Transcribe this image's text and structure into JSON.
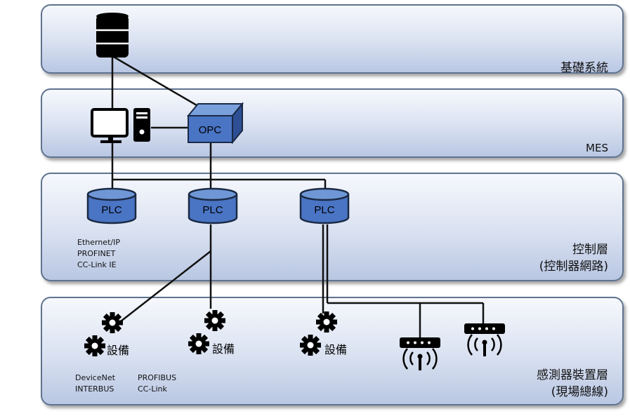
{
  "layers": {
    "base": {
      "label": "基礎系統"
    },
    "mes": {
      "label": "MES"
    },
    "control": {
      "label_line1": "控制層",
      "label_line2": "(控制器網路)"
    },
    "field": {
      "label_line1": "感測器裝置層",
      "label_line2": "(現場總線)"
    }
  },
  "nodes": {
    "opc_label": "OPC",
    "plc_labels": [
      "PLC",
      "PLC",
      "PLC"
    ],
    "device_label": "設備"
  },
  "protocols": {
    "control": [
      "Ethernet/IP",
      "PROFINET",
      "CC-Link IE"
    ],
    "field_left": [
      "DeviceNet",
      "INTERBUS"
    ],
    "field_right": [
      "PROFIBUS",
      "CC-Link"
    ]
  },
  "icons": [
    "database-icon",
    "monitor-icon",
    "pc-tower-icon",
    "opc-server-icon",
    "plc-cylinder-icon",
    "gear-icon",
    "wireless-router-icon"
  ],
  "colors": {
    "device_blue": "#4a74c4",
    "outline": "#1a2a44",
    "layer_border": "#5f7390"
  }
}
